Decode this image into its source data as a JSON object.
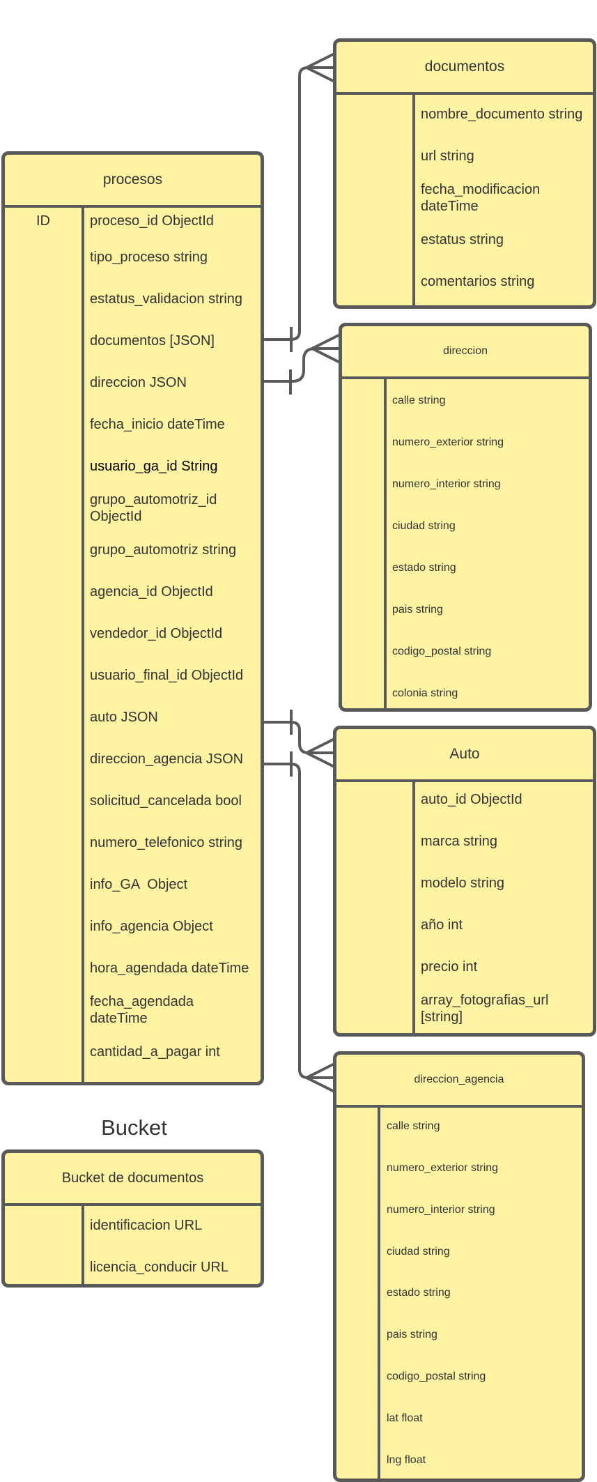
{
  "entities": {
    "procesos": {
      "title": "procesos",
      "key_label": "ID",
      "fields": [
        "proceso_id ObjectId",
        "tipo_proceso string",
        "estatus_validacion string",
        "documentos [JSON]",
        "direccion JSON",
        "fecha_inicio dateTime",
        "usuario_ga_id String",
        "grupo_automotriz_id ObjectId",
        "grupo_automotriz string",
        "agencia_id ObjectId",
        "vendedor_id ObjectId",
        "usuario_final_id ObjectId",
        "auto JSON",
        "direccion_agencia JSON",
        "solicitud_cancelada bool",
        "numero_telefonico string",
        "info_GA  Object",
        "info_agencia Object",
        "hora_agendada dateTime",
        "fecha_agendada dateTime",
        "cantidad_a_pagar int"
      ]
    },
    "documentos": {
      "title": "documentos",
      "fields": [
        "nombre_documento string",
        "url string",
        "fecha_modificacion dateTime",
        "estatus string",
        "comentarios string"
      ]
    },
    "direccion": {
      "title": "direccion",
      "fields": [
        "calle string",
        "numero_exterior string",
        "numero_interior string",
        "ciudad string",
        "estado string",
        "pais string",
        "codigo_postal string",
        "colonia string"
      ]
    },
    "auto": {
      "title": "Auto",
      "fields": [
        "auto_id ObjectId",
        "marca string",
        "modelo string",
        "año int",
        "precio int",
        "array_fotografias_url [string]"
      ]
    },
    "direccion_agencia": {
      "title": "direccion_agencia",
      "fields": [
        "calle string",
        "numero_exterior string",
        "numero_interior string",
        "ciudad string",
        "estado string",
        "pais string",
        "codigo_postal string",
        "lat float",
        "lng float"
      ]
    },
    "bucket": {
      "section_title": "Bucket",
      "title": "Bucket de documentos",
      "fields": [
        "identificacion URL",
        "licencia_conducir URL"
      ]
    }
  },
  "colors": {
    "entity_fill": "#fdf3a2",
    "border": "#595959",
    "text": "#333333"
  }
}
